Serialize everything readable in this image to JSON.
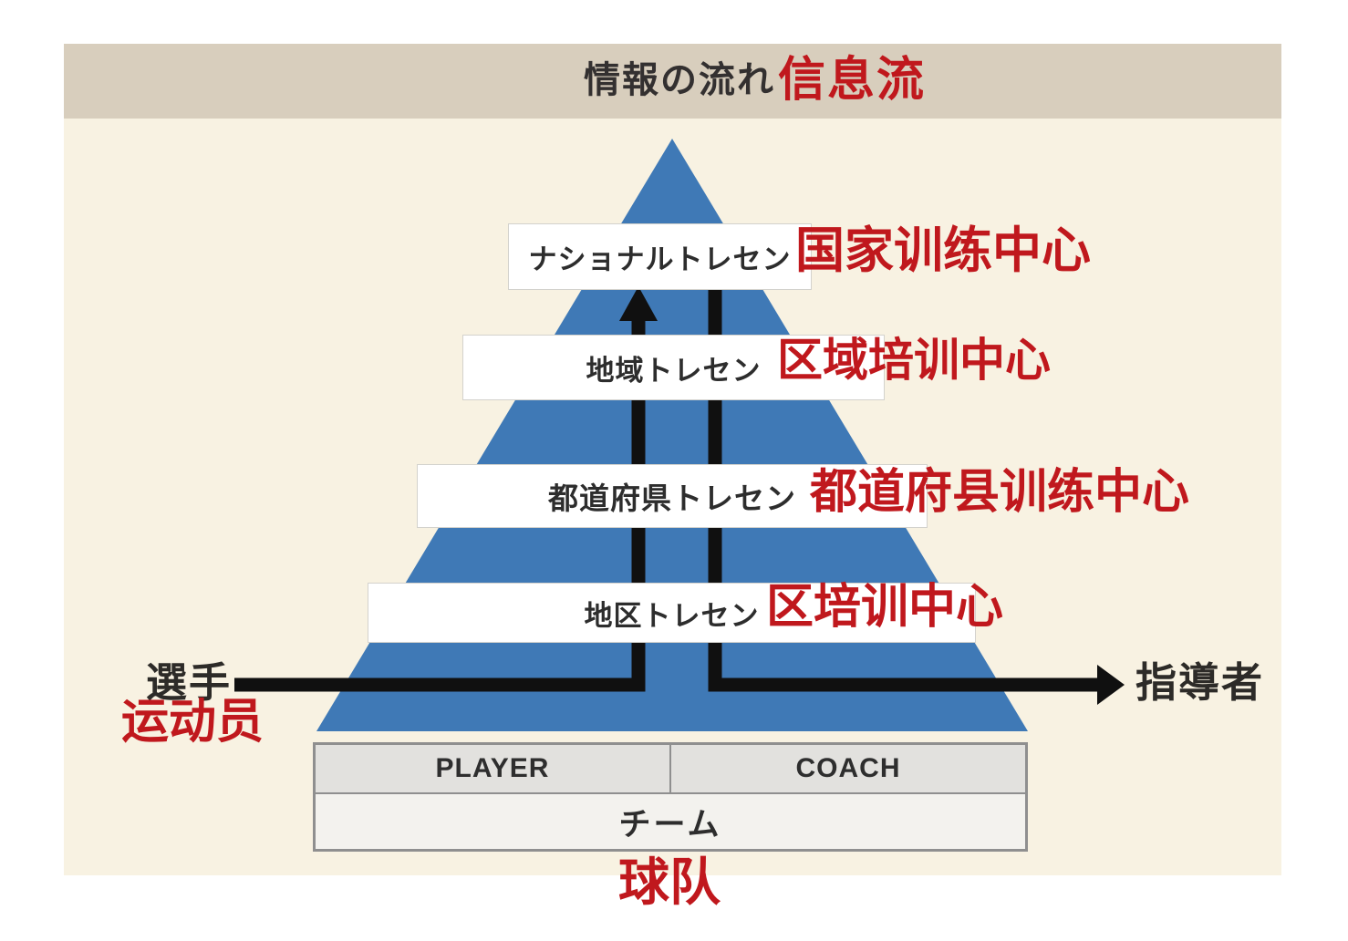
{
  "header": {
    "title_jp": "情報の流れ",
    "title_cn": "信息流"
  },
  "pyramid": {
    "levels": [
      {
        "jp": "ナショナルトレセン",
        "cn": "国家训练中心"
      },
      {
        "jp": "地域トレセン",
        "cn": "区域培训中心"
      },
      {
        "jp": "都道府県トレセン",
        "cn": "都道府县训练中心"
      },
      {
        "jp": "地区トレセン",
        "cn": "区培训中心"
      }
    ]
  },
  "flow": {
    "player_jp": "選手",
    "player_cn": "运动员",
    "coach_jp": "指導者"
  },
  "base_table": {
    "player": "PLAYER",
    "coach": "COACH",
    "team_jp": "チーム",
    "team_cn": "球队"
  },
  "colors": {
    "panel-bg": "#f8f2e2",
    "header-bg": "#d8cebd",
    "pyramid-blue": "#3f79b6",
    "annotation-red": "#c0181d",
    "line-black": "#101010"
  }
}
